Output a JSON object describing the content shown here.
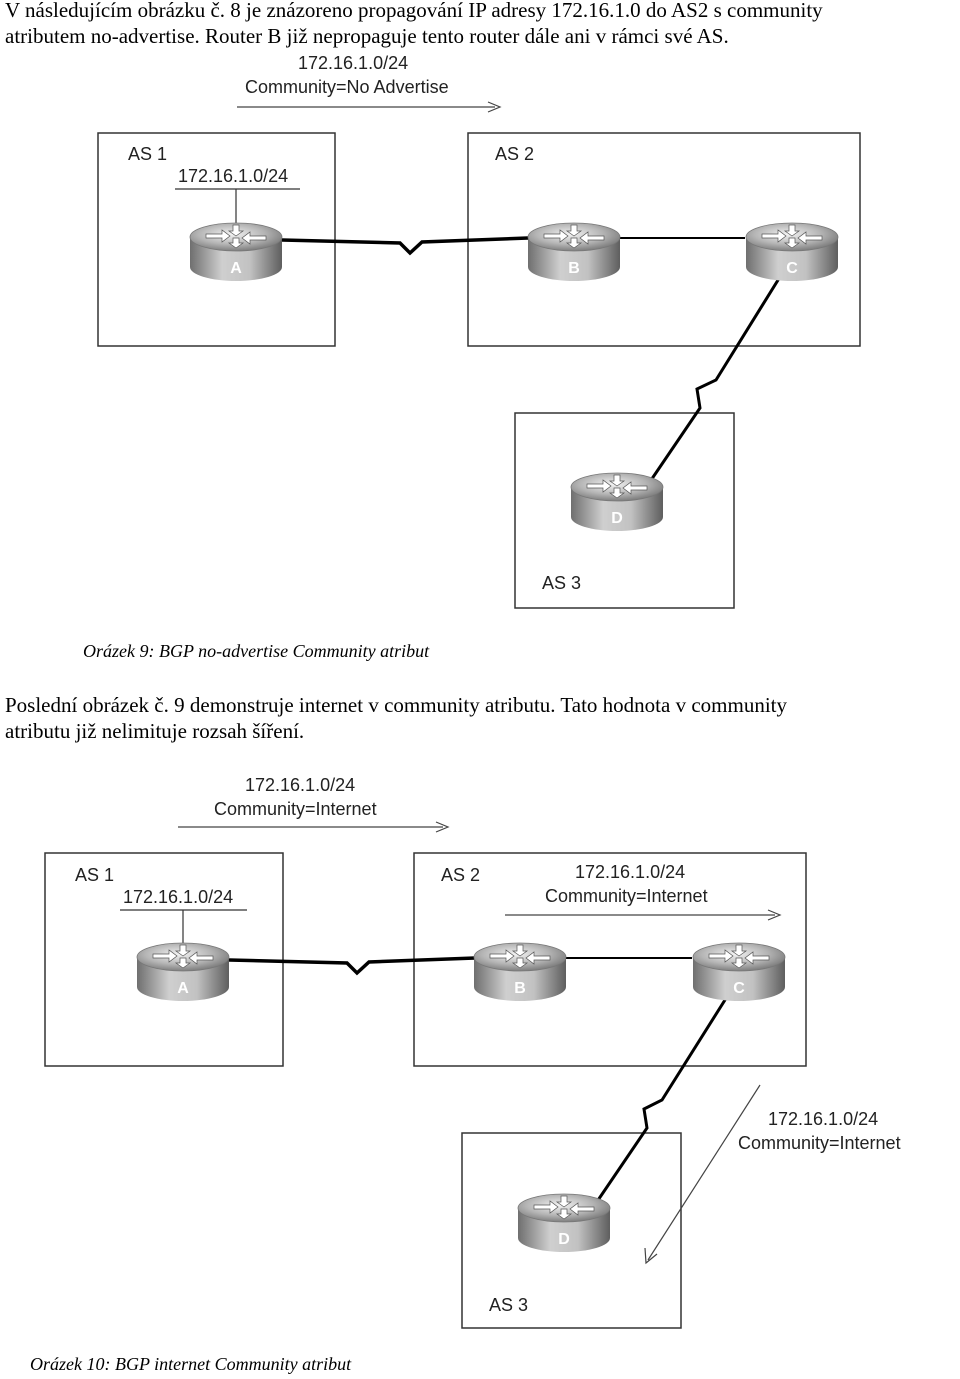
{
  "intro": {
    "line1": "V následujícím obrázku č. 8 je znázoreno propagování IP adresy 172.16.1.0 do AS2 s community",
    "line2": "atributem no-advertise. Router B již nepropaguje tento router dále ani v rámci své AS."
  },
  "figure9": {
    "top_label": {
      "prefix": "172.16.1.0/24",
      "community": "Community=No Advertise"
    },
    "as1": {
      "name": "AS 1",
      "prefix": "172.16.1.0/24"
    },
    "as2": {
      "name": "AS 2"
    },
    "as3": {
      "name": "AS 3"
    },
    "routers": [
      "A",
      "B",
      "C",
      "D"
    ],
    "caption": "Orázek 9: BGP no-advertise Community atribut"
  },
  "mid_text": {
    "line1": "Poslední obrázek č. 9 demonstruje internet v community atributu. Tato hodnota v community",
    "line2": "atributu již nelimituje rozsah šíření."
  },
  "figure10": {
    "top_label": {
      "prefix": "172.16.1.0/24",
      "community": "Community=Internet"
    },
    "as1": {
      "name": "AS 1",
      "prefix": "172.16.1.0/24"
    },
    "as2": {
      "name": "AS 2",
      "prefix": "172.16.1.0/24",
      "community": "Community=Internet"
    },
    "as3": {
      "name": "AS 3"
    },
    "d_label": {
      "prefix": "172.16.1.0/24",
      "community": "Community=Internet"
    },
    "routers": [
      "A",
      "B",
      "C",
      "D"
    ],
    "caption": "Orázek 10: BGP internet Community atribut"
  }
}
